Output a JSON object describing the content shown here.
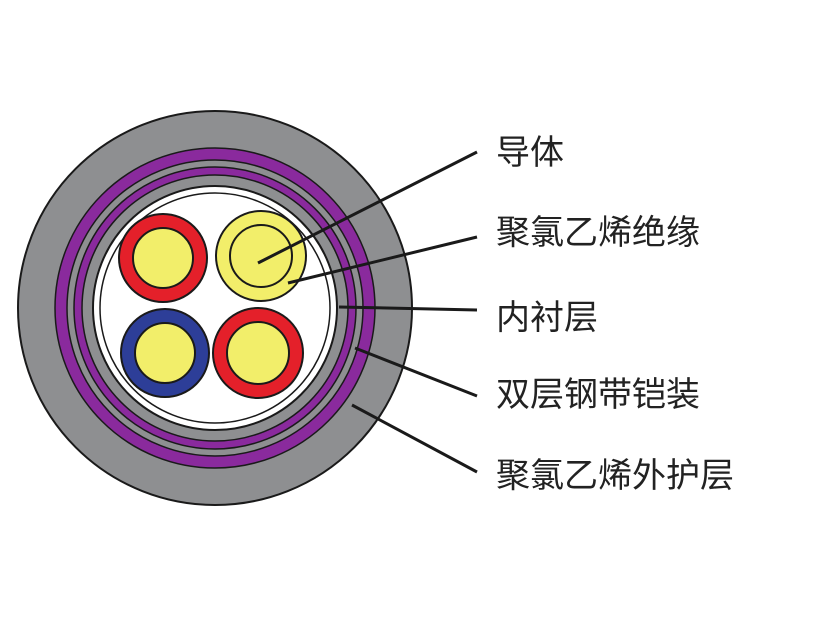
{
  "labels": [
    {
      "key": "conductor",
      "text": "导体"
    },
    {
      "key": "pvc_insulation",
      "text": "聚氯乙烯绝缘"
    },
    {
      "key": "inner_lining",
      "text": "内衬层"
    },
    {
      "key": "steel_tape_armour",
      "text": "双层钢带铠装"
    },
    {
      "key": "pvc_outer_sheath",
      "text": "聚氯乙烯外护层"
    }
  ],
  "colors": {
    "outer_sheath": "#8e8f91",
    "armour_band": "#8a2a9d",
    "inner_gray": "#8e8f91",
    "filler": "#ffffff",
    "conductor": "#f2ee6a",
    "insulation_red": "#e4202a",
    "insulation_blue": "#2d3e98",
    "outline": "#1a1a1a",
    "leader_line": "#1a1a1a"
  }
}
